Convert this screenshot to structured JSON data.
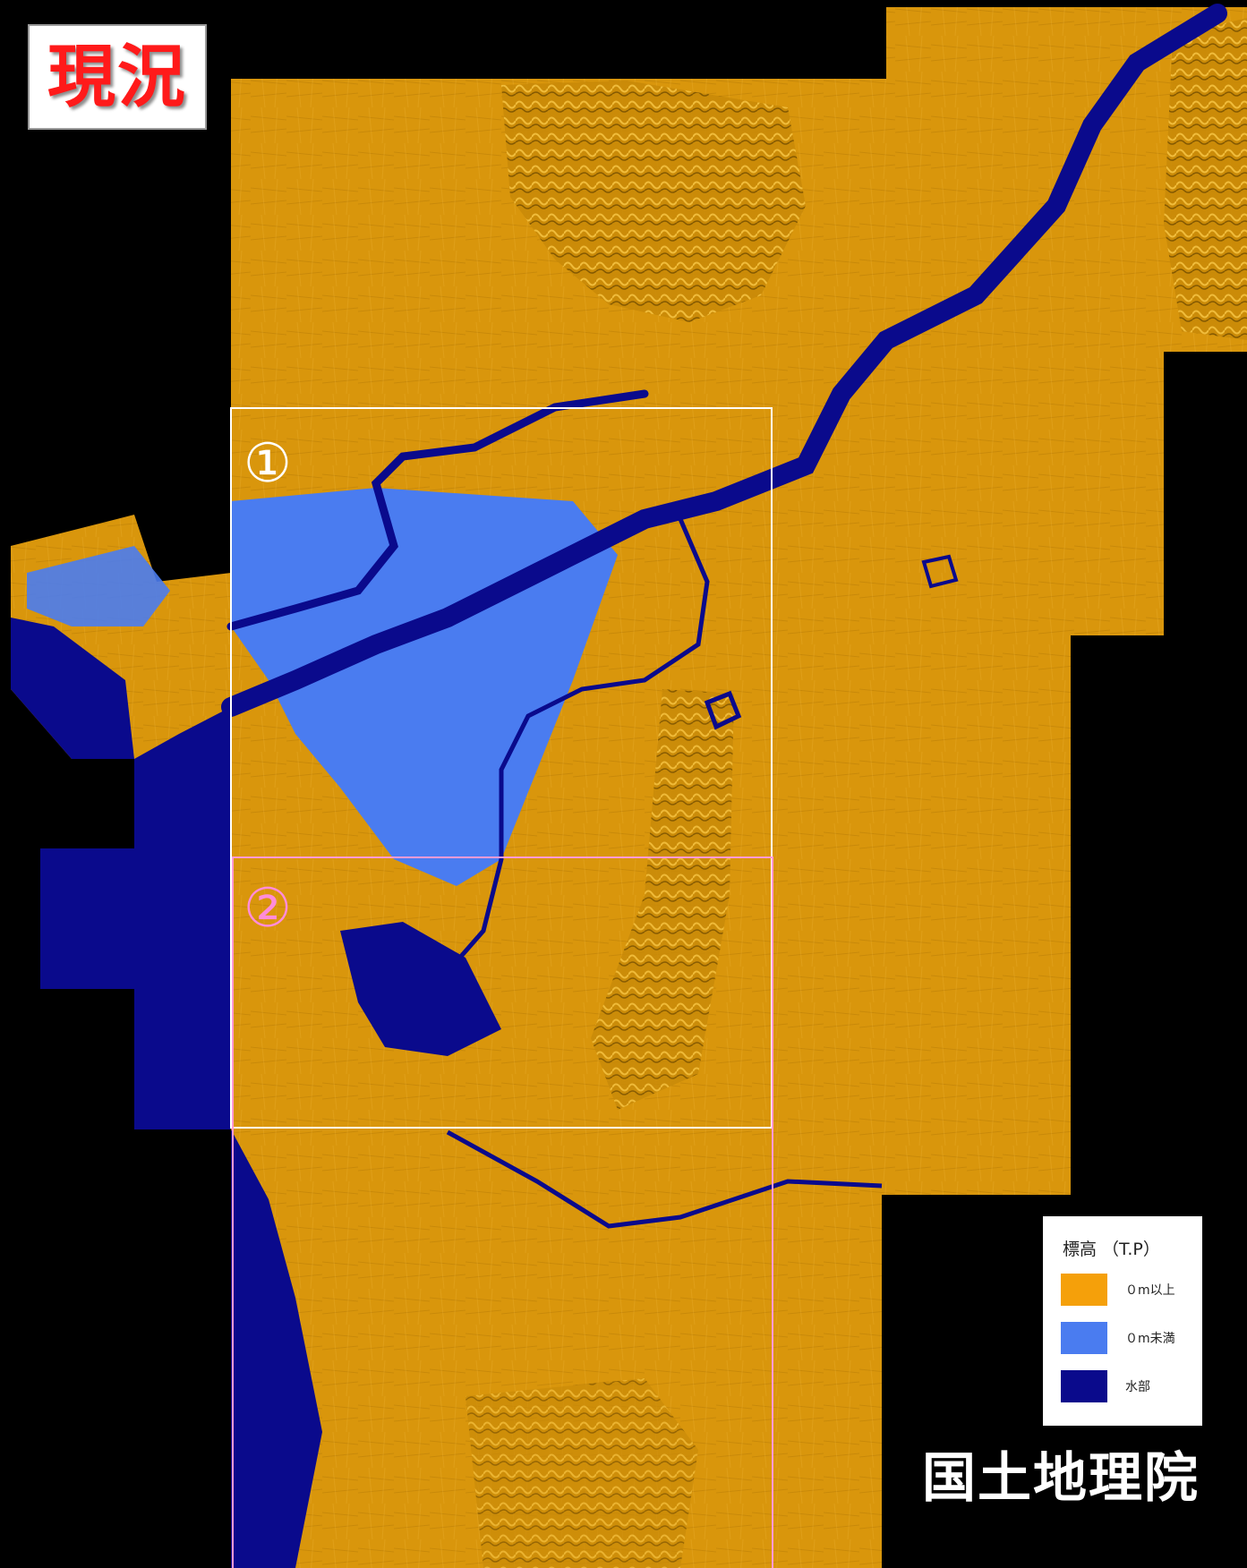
{
  "title": "現況",
  "regions": [
    {
      "label": "①",
      "frame_color": "#ffffff"
    },
    {
      "label": "②",
      "frame_color": "#ff9ad6"
    }
  ],
  "legend": {
    "title": "標高 （T.P）",
    "items": [
      {
        "label": "０m以上",
        "color": "#f5a00a"
      },
      {
        "label": "０m未満",
        "color": "#4a7cf0"
      },
      {
        "label": "水部",
        "color": "#0a0a8c"
      }
    ]
  },
  "credit": "国土地理院",
  "colors": {
    "background": "#000000",
    "land": "#d9960c",
    "below_sea_level": "#4a7cf0",
    "water": "#0a0a8c",
    "title_text": "#ff1a1a"
  }
}
